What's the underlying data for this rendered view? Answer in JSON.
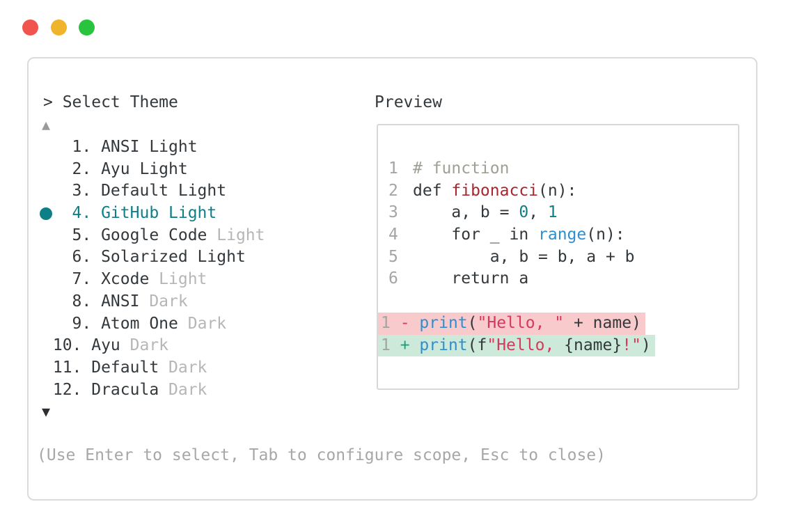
{
  "window": {
    "controls": [
      {
        "name": "close",
        "color": "#f0544c"
      },
      {
        "name": "minimize",
        "color": "#f0b32c"
      },
      {
        "name": "zoom",
        "color": "#28c43e"
      }
    ]
  },
  "prompt": {
    "text": "> Select Theme"
  },
  "theme_list": {
    "scroll_up_icon": "▲",
    "scroll_down_icon": "▼",
    "items": [
      {
        "number": 1,
        "label": "ANSI Light",
        "muted": "",
        "selected": false
      },
      {
        "number": 2,
        "label": "Ayu Light",
        "muted": "",
        "selected": false
      },
      {
        "number": 3,
        "label": "Default Light",
        "muted": "",
        "selected": false
      },
      {
        "number": 4,
        "label": "GitHub Light",
        "muted": "",
        "selected": true
      },
      {
        "number": 5,
        "label": "Google Code",
        "muted": "Light",
        "selected": false
      },
      {
        "number": 6,
        "label": "Solarized Light",
        "muted": "",
        "selected": false
      },
      {
        "number": 7,
        "label": "Xcode",
        "muted": "Light",
        "selected": false
      },
      {
        "number": 8,
        "label": "ANSI",
        "muted": "Dark",
        "selected": false
      },
      {
        "number": 9,
        "label": "Atom One",
        "muted": "Dark",
        "selected": false
      },
      {
        "number": 10,
        "label": "Ayu",
        "muted": "Dark",
        "selected": false
      },
      {
        "number": 11,
        "label": "Default",
        "muted": "Dark",
        "selected": false
      },
      {
        "number": 12,
        "label": "Dracula",
        "muted": "Dark",
        "selected": false
      }
    ]
  },
  "preview": {
    "title": "Preview",
    "code_lines": [
      {
        "number": "1",
        "tokens": [
          {
            "text": "# function",
            "style": "comment"
          }
        ]
      },
      {
        "number": "2",
        "tokens": [
          {
            "text": "def ",
            "style": "fg"
          },
          {
            "text": "fibonacci",
            "style": "func"
          },
          {
            "text": "(n):",
            "style": "fg"
          }
        ]
      },
      {
        "number": "3",
        "tokens": [
          {
            "text": "    a, b = ",
            "style": "fg"
          },
          {
            "text": "0",
            "style": "num"
          },
          {
            "text": ", ",
            "style": "fg"
          },
          {
            "text": "1",
            "style": "num"
          }
        ]
      },
      {
        "number": "4",
        "tokens": [
          {
            "text": "    for _ in ",
            "style": "fg"
          },
          {
            "text": "range",
            "style": "blue"
          },
          {
            "text": "(n):",
            "style": "fg"
          }
        ]
      },
      {
        "number": "5",
        "tokens": [
          {
            "text": "        a, b = b, a + b",
            "style": "fg"
          }
        ]
      },
      {
        "number": "6",
        "tokens": [
          {
            "text": "    return a",
            "style": "fg"
          }
        ]
      }
    ],
    "diff_lines": [
      {
        "number": "1",
        "sign": "-",
        "type": "removed",
        "tokens": [
          {
            "text": "print",
            "style": "blue"
          },
          {
            "text": "(",
            "style": "fg"
          },
          {
            "text": "\"Hello, \"",
            "style": "string"
          },
          {
            "text": " + name)",
            "style": "fg"
          }
        ]
      },
      {
        "number": "1",
        "sign": "+",
        "type": "added",
        "tokens": [
          {
            "text": "print",
            "style": "blue"
          },
          {
            "text": "(f",
            "style": "fg"
          },
          {
            "text": "\"Hello, ",
            "style": "string"
          },
          {
            "text": "{name}",
            "style": "fg"
          },
          {
            "text": "!\"",
            "style": "string"
          },
          {
            "text": ")",
            "style": "fg"
          }
        ]
      }
    ]
  },
  "footer": {
    "hint": "(Use Enter to select, Tab to configure scope, Esc to close)"
  },
  "colors": {
    "selected_accent": "#0e7f87",
    "text": "#33383c",
    "muted_text": "#b6b6b6",
    "hint_text": "#a7a7a7",
    "line_number": "#a4a4a4",
    "comment": "#9da194",
    "function_name": "#a8262e",
    "number_literal": "#0e7f87",
    "builtin_blue": "#2e8fd0",
    "string_red": "#d6395b",
    "diff_removed_bg": "#f8cacc",
    "diff_added_bg": "#cde9da",
    "panel_border": "#dbdbdb",
    "preview_border": "#d8d8d8"
  }
}
